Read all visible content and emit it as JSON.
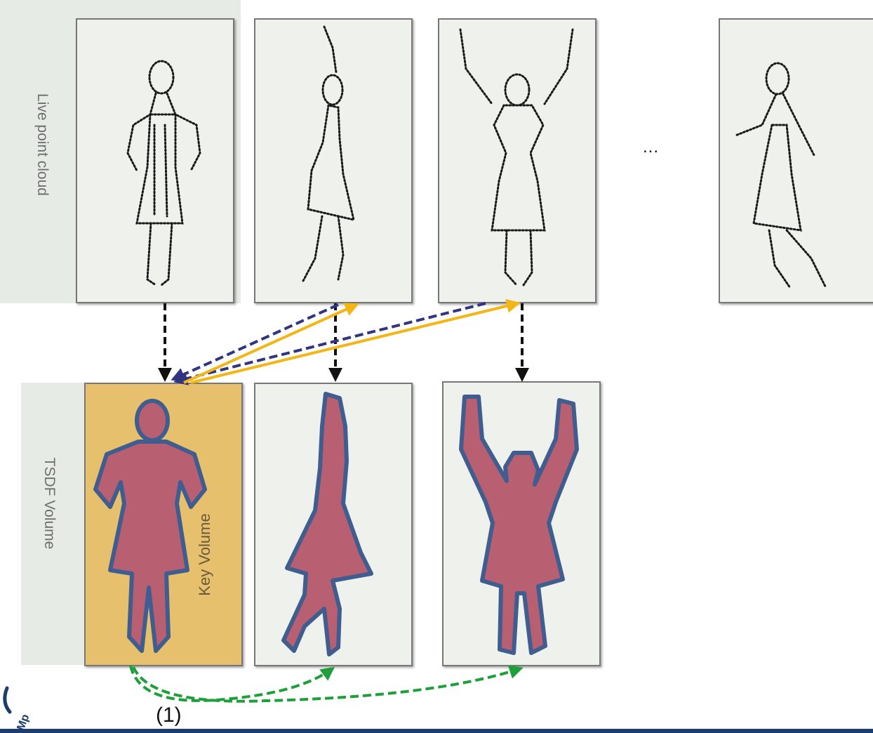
{
  "rows": {
    "top_label": "Live point cloud",
    "bottom_label": "TSDF Volume"
  },
  "ellipsis": "...",
  "key_volume_label": "Key Volume",
  "step_label": "(1)",
  "colors": {
    "band_bg": "#e7ebe6",
    "frame_bg": "#eff1ec",
    "key_volume_bg": "#e6c06d",
    "tsdf_fill": "#b85f72",
    "tsdf_outline": "#3f5e8f",
    "arrow_vertical": "#111111",
    "arrow_backward": "#2f3580",
    "arrow_forward": "#f3b616",
    "arrow_key_link": "#1f9f3a",
    "bottom_rule": "#1d3d6d"
  },
  "icons": {
    "point_cloud_figure": "dancer-point-cloud",
    "tsdf_figure": "dancer-tsdf-volume",
    "logo": "corner-logo"
  }
}
